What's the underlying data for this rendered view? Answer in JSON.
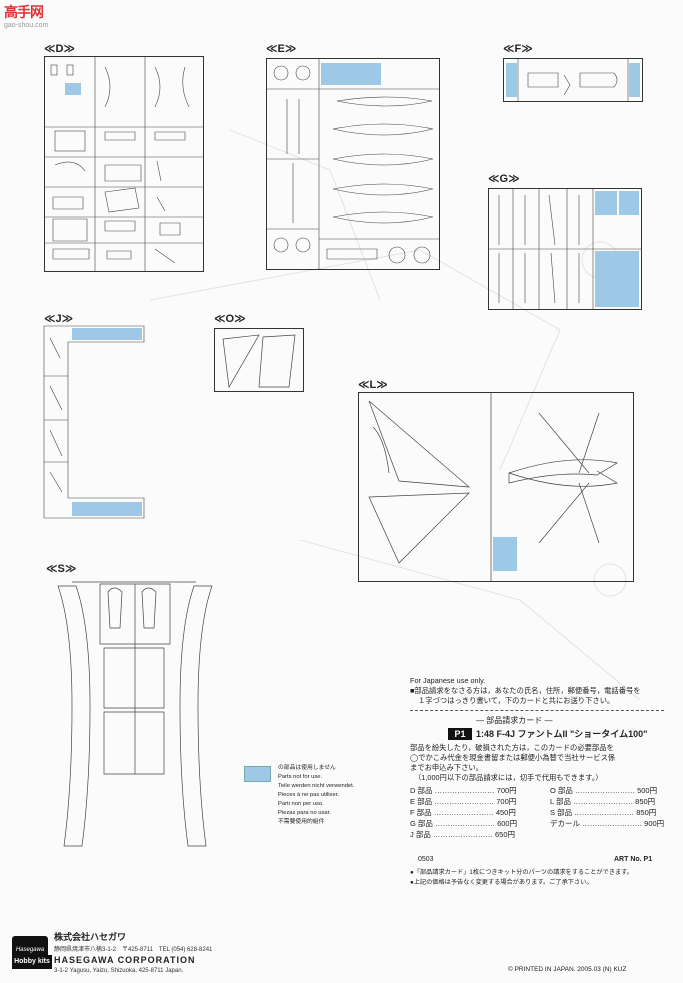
{
  "watermark": {
    "brand": "高手网",
    "url": "gao-shou.com"
  },
  "sprues": {
    "D": {
      "title": "≪D≫"
    },
    "E": {
      "title": "≪E≫"
    },
    "F": {
      "title": "≪F≫"
    },
    "G": {
      "title": "≪G≫"
    },
    "J": {
      "title": "≪J≫"
    },
    "O": {
      "title": "≪O≫"
    },
    "L": {
      "title": "≪L≫"
    },
    "S": {
      "title": "≪S≫"
    }
  },
  "legend": {
    "jp": "の部品は使用しません",
    "en": "Parts not for use.",
    "de": "Teile werden nicht verwendet.",
    "fr": "Pieces à ne pas utiliser.",
    "it": "Parti non per uso.",
    "es": "Piezas para no usar.",
    "zh": "不需要使用的組件"
  },
  "japanese_only": "For Japanese use only.",
  "request_note": [
    "■部品請求をなさる方は，あなたの氏名，住所，郵便番号，電話番号を",
    "１字づつはっきり書いて，下のカードと共にお送り下さい。"
  ],
  "card": {
    "title": "― 部品請求カード ―",
    "code_badge": "P1",
    "product": "1:48 F-4J ファントムII \"ショータイム100\"",
    "body": [
      "部品を紛失したり，破損された方は，このカードの必要部品を",
      "◯でかこみ代金を現金書留または郵便小為替で当社サービス係",
      "までお申込み下さい。",
      "（1,000円以下の部品請求には，切手で代用もできます。）"
    ],
    "prices_left": [
      {
        "part": "D 部品",
        "price": "700円"
      },
      {
        "part": "E 部品",
        "price": "700円"
      },
      {
        "part": "F 部品",
        "price": "450円"
      },
      {
        "part": "G 部品",
        "price": "600円"
      },
      {
        "part": "J 部品",
        "price": "650円"
      }
    ],
    "prices_right": [
      {
        "part": "O 部品",
        "price": "500円"
      },
      {
        "part": "L 部品",
        "price": "850円"
      },
      {
        "part": "S 部品",
        "price": "850円"
      },
      {
        "part": "デカール",
        "price": "900円"
      }
    ],
    "code": "0503",
    "art_no": "ART No. P1",
    "notes": [
      "●「部品請求カード」1枚につきキット分のパーツの請求をすることができます。",
      "●上記の価格は予告なく変更する場合があります。ご了承下さい。"
    ]
  },
  "footer": {
    "company_jp": "株式会社ハセガワ",
    "address_jp": "静岡県焼津市八楠3-1-2　〒425-8711　TEL (054) 628-8241",
    "company_en": "HASEGAWA CORPORATION",
    "address_en": "3-1-2 Yagusu, Yaizu, Shizuoka, 425-8711 Japan.",
    "brand": "Hobby kits",
    "logo": "Hasegawa",
    "printed": "© PRINTED IN JAPAN. 2005.03 (N) KUZ"
  }
}
